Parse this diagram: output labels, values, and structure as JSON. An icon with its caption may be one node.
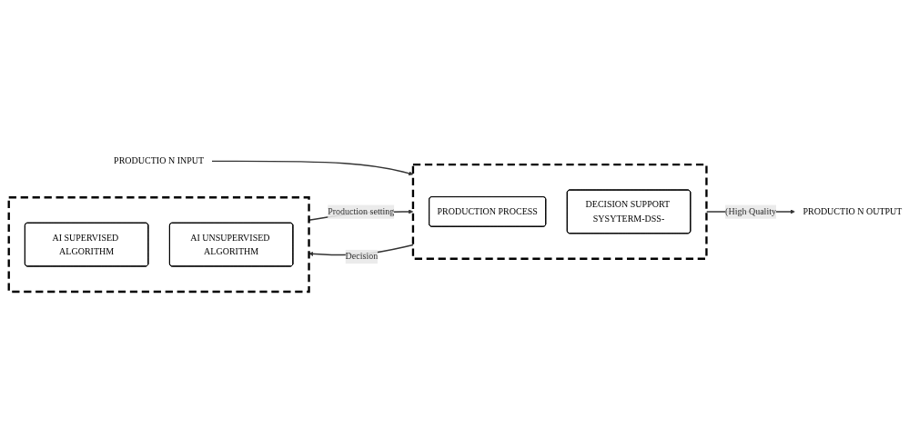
{
  "diagram": {
    "nodes": [
      {
        "text": [
          "PRODUCTIO N INPUT"
        ]
      },
      {
        "text": [],
        "shape": "box"
      },
      {
        "text": [
          "PRODUCTION PROCESS"
        ],
        "in": 1
      },
      {
        "text": [
          "DECISION SUPPORT SYSYTERM-DSS-"
        ],
        "in": 1
      },
      {
        "text": [
          "PRODUCTIO N OUTPUT"
        ]
      },
      {
        "text": [],
        "shape": "box"
      },
      {
        "text": [
          "AI SUPERVISED ALGORITHM"
        ],
        "in": 5
      },
      {
        "text": [
          "AI UNSUPERVISED ALGORITHM"
        ],
        "in": 5
      }
    ],
    "edges": [
      {
        "from": 0,
        "to": 1,
        "arrow": "to"
      },
      {
        "from": 1,
        "to": 4,
        "arrow": "to",
        "label": "(High Quality"
      },
      {
        "from": 1,
        "to": 5,
        "arrow": "to",
        "label": "Decision"
      },
      {
        "from": 5,
        "to": 1,
        "arrow": "to",
        "label": "Production setting"
      }
    ]
  }
}
